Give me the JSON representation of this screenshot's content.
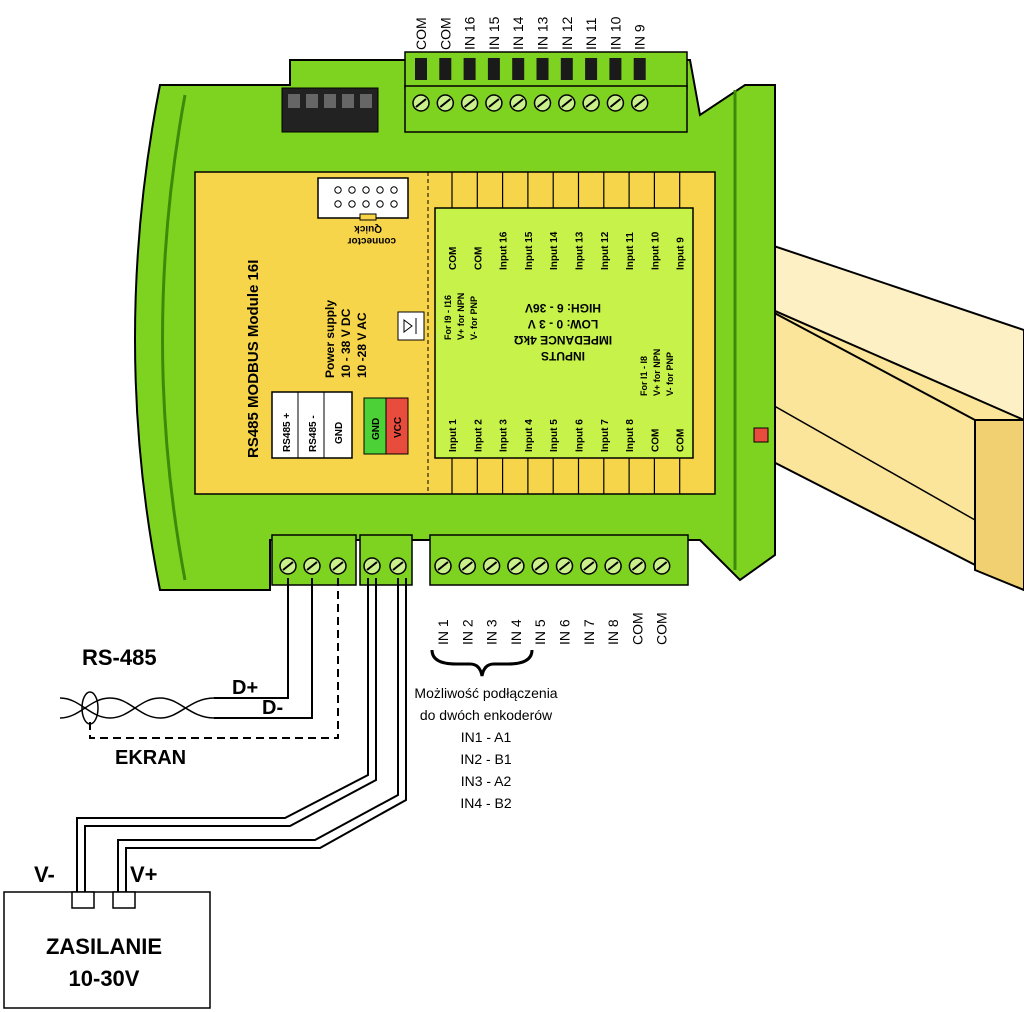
{
  "module": {
    "title": "RS485 MODBUS Module 16I",
    "quick_connector": [
      "Quick",
      "connector"
    ],
    "power_supply": [
      "Power supply",
      "10 - 38 V DC",
      "10 -28 V AC"
    ],
    "rs485_pins": [
      "RS485 +",
      "RS485 -",
      "GND"
    ],
    "power_pins": [
      "GND",
      "VCC"
    ],
    "inputs_title": "INPUTS",
    "impedance": "IMPEDANCE 4kΩ",
    "low": "LOW: 0 - 3 V",
    "high": "HIGH: 6 - 36V",
    "note_i1_i8": [
      "For I1 - I8",
      "V+ for NPN",
      "V- for PNP"
    ],
    "note_i9_i16": [
      "For I9 - I16",
      "V+ for NPN",
      "V- for PNP"
    ],
    "top_inner_labels": [
      "COM",
      "COM",
      "Input 16",
      "Input 15",
      "Input 14",
      "Input 13",
      "Input 12",
      "Input 11",
      "Input 10",
      "Input 9"
    ],
    "bottom_inner_labels": [
      "Input 1",
      "Input 2",
      "Input 3",
      "Input 4",
      "Input 5",
      "Input 6",
      "Input 7",
      "Input 8",
      "COM",
      "COM"
    ]
  },
  "top_terminals": [
    "COM",
    "COM",
    "IN 16",
    "IN 15",
    "IN 14",
    "IN 13",
    "IN 12",
    "IN 11",
    "IN 10",
    "IN 9"
  ],
  "bottom_terminals": [
    "IN 1",
    "IN 2",
    "IN 3",
    "IN 4",
    "IN 5",
    "IN 6",
    "IN 7",
    "IN 8",
    "COM",
    "COM"
  ],
  "rs485": {
    "title": "RS-485",
    "d_plus": "D+",
    "d_minus": "D-",
    "shield": "EKRAN"
  },
  "encoder_note": [
    "Możliwość podłączenia",
    "do dwóch enkoderów",
    "IN1 - A1",
    "IN2 - B1",
    "IN3 - A2",
    "IN4 - B2"
  ],
  "power_supply_box": {
    "v_minus": "V-",
    "v_plus": "V+",
    "label": [
      "ZASILANIE",
      "10-30V"
    ]
  },
  "colors": {
    "housing": "#7ed321",
    "housing_dark": "#3d8a0a",
    "panel": "#f7d54a",
    "inputs_panel": "#c6f24a",
    "rail": "#fbe59b",
    "gnd_pin": "#4cd137",
    "vcc_pin": "#e74c3c"
  }
}
